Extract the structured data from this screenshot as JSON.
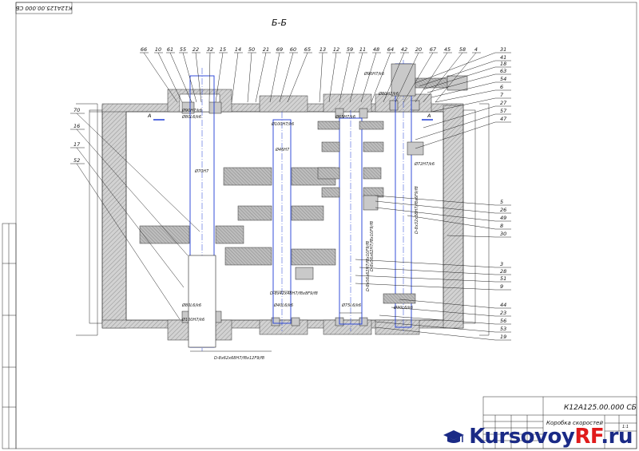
{
  "sheet": {
    "section_title": "Б-Б",
    "corner_stamp": "К12А125.00.000 СБ",
    "section_mark": "А",
    "title_block": {
      "designation": "К12А125.00.000 СБ",
      "name": "Коробка скоростей",
      "sheet_label": "1:1"
    }
  },
  "callouts_top": [
    "66",
    "10",
    "61",
    "55",
    "22",
    "32",
    "15",
    "14",
    "50",
    "21",
    "69",
    "60",
    "65",
    "13",
    "12",
    "59",
    "11",
    "48",
    "64",
    "42",
    "20",
    "67",
    "45",
    "58",
    "4"
  ],
  "callouts_right": [
    "31",
    "41",
    "18",
    "63",
    "54",
    "6",
    "7",
    "27",
    "57",
    "47",
    "5",
    "26",
    "49",
    "8",
    "30",
    "3",
    "28",
    "51",
    "9",
    "44",
    "23",
    "56",
    "53",
    "19"
  ],
  "callouts_left": [
    "70",
    "16",
    "17",
    "52"
  ],
  "dimensions": [
    "Ø90Н7/k6",
    "Ø80L6/k6",
    "Ø70Н7",
    "Ø100Н7/k6",
    "Ø46Н7",
    "Ø65Н7/k6",
    "Ø90Н7/k6",
    "Ø80Н7/k6",
    "Ø72Н7/k6",
    "Ø80L6/k6",
    "Ø100Н7/k6",
    "Ø40L6/k6",
    "Ø75L6/k6",
    "Ø30L6/k6",
    "D-8х62х68Н7/f8х12F9/f8",
    "D-8х42х48Н7/f8х8F9/f8",
    "D-8х56х62Н7/f8х10F9/f8",
    "D-8х32х38Н7/f8х6F9/f8",
    "D-8х56х62Н7/f8х10F9/f8"
  ],
  "watermark": {
    "part1": "Kursovoy",
    "part2": "RF",
    "part3": ".ru"
  }
}
